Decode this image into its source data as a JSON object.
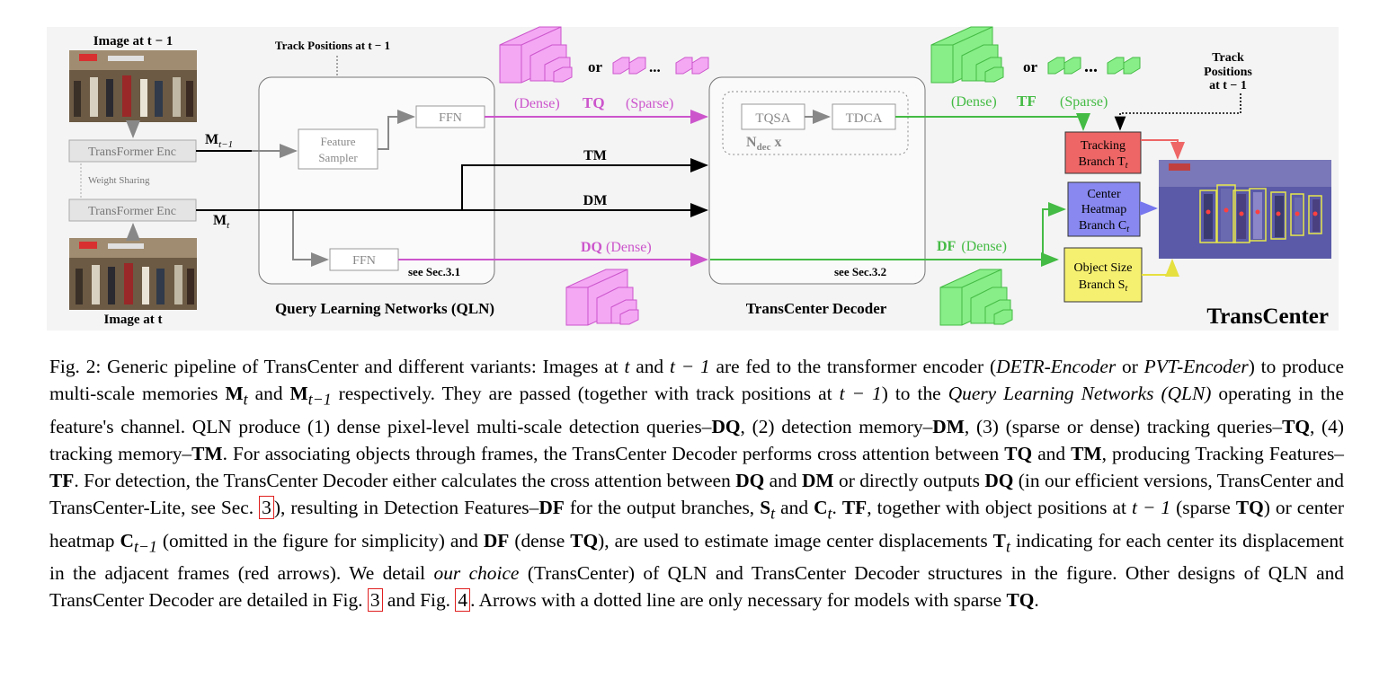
{
  "figure": {
    "image_prev_label": "Image at t − 1",
    "image_curr_label": "Image at t",
    "track_positions_label": "Track Positions at t − 1",
    "encoder_label": "TransFormer Enc",
    "weight_sharing_label": "Weight Sharing",
    "m_prev_label": "M",
    "m_prev_sub": "t−1",
    "m_curr_label": "M",
    "m_curr_sub": "t",
    "feature_sampler_line1": "Feature",
    "feature_sampler_line2": "Sampler",
    "ffn_label": "FFN",
    "tq_dense_label": "(Dense)",
    "tq_label": "TQ",
    "tq_sparse_label": "(Sparse)",
    "or_label": "or",
    "dots_label": "...",
    "tm_label": "TM",
    "dm_label": "DM",
    "dq_label": "DQ",
    "dq_dense_label": "(Dense)",
    "see_sec31": "see Sec.3.1",
    "qln_title": "Query Learning Networks (QLN)",
    "tqsa_label": "TQSA",
    "tdca_label": "TDCA",
    "ndec_label": "N",
    "ndec_sub": "dec",
    "ndec_x": "x",
    "see_sec32": "see Sec.3.2",
    "decoder_title": "TransCenter Decoder",
    "tf_dense_label": "(Dense)",
    "tf_label": "TF",
    "tf_sparse_label": "(Sparse)",
    "df_label": "DF",
    "df_dense_label": "(Dense)",
    "track_pos_right_line1": "Track",
    "track_pos_right_line2": "Positions",
    "track_pos_right_line3": "at t − 1",
    "tracking_branch_line1": "Tracking",
    "tracking_branch_line2": "Branch T",
    "tracking_branch_sub": "t",
    "center_branch_line1": "Center",
    "center_branch_line2": "Heatmap",
    "center_branch_line3": "Branch C",
    "center_branch_sub": "t",
    "size_branch_line1": "Object Size",
    "size_branch_line2": "Branch S",
    "size_branch_sub": "t",
    "transcenter_label": "TransCenter",
    "colors": {
      "tq_magenta": "#cc55cc",
      "tf_green": "#44bb44",
      "tracking_red": "#ee6666",
      "center_blue": "#7777ee",
      "size_yellow": "#eeee66",
      "gray": "#888888"
    }
  },
  "caption": {
    "fig_label": "Fig. 2:",
    "s1": " Generic pipeline of TransCenter and different variants: Images at ",
    "s1t": "t",
    "s2": " and ",
    "s2t": "t − 1",
    "s3": " are fed to the transformer encoder (",
    "s3i": "DETR-Encoder",
    "s4": " or ",
    "s4i": "PVT-Encoder",
    "s5": ") to produce multi-scale memories ",
    "s5m1": "M",
    "s5m1sub": "t",
    "s6": " and ",
    "s6m2": "M",
    "s6m2sub": "t−1",
    "s7": " respectively. They are passed (together with track positions at ",
    "s7t": "t − 1",
    "s8": ") to the ",
    "s8i": "Query Learning Networks (QLN)",
    "s9": " operating in the feature's channel. QLN produce (1) dense pixel-level multi-scale detection queries–",
    "s9b": "DQ",
    "s10": ", (2) detection memory–",
    "s10b": "DM",
    "s11": ", (3) (sparse or dense) tracking queries–",
    "s11b": "TQ",
    "s12": ", (4) tracking memory–",
    "s12b": "TM",
    "s13": ". For associating objects through frames, the TransCenter Decoder performs cross attention between ",
    "s13b": "TQ",
    "s14": " and ",
    "s14b": "TM",
    "s15": ", producing Tracking Features–",
    "s15b": "TF",
    "s16": ". For detection, the TransCenter Decoder either calculates the cross attention between ",
    "s16b": "DQ",
    "s17": " and ",
    "s17b": "DM",
    "s18": " or directly outputs ",
    "s18b": "DQ",
    "s19": " (in our efficient versions, TransCenter and TransCenter-Lite, see Sec. ",
    "s19ref": "3",
    "s20": "), resulting in Detection Features–",
    "s20b": "DF",
    "s21": " for the output branches, ",
    "s21b": "S",
    "s21sub": "t",
    "s22": " and ",
    "s22b": "C",
    "s22sub": "t",
    "s23": ". ",
    "s23b": "TF",
    "s24": ", together with object positions at ",
    "s24t": "t − 1",
    "s25": " (sparse ",
    "s25b": "TQ",
    "s26": ") or center heatmap ",
    "s26b": "C",
    "s26sub": "t−1",
    "s27": " (omitted in the figure for simplicity) and ",
    "s27b": "DF",
    "s28": " (dense ",
    "s28b": "TQ",
    "s29": "), are used to estimate image center displacements ",
    "s29b": "T",
    "s29sub": "t",
    "s30": " indicating for each center its displacement in the adjacent frames (red arrows). We detail ",
    "s30i": "our choice",
    "s31": " (TransCenter) of QLN and TransCenter Decoder structures in the figure. Other designs of QLN and TransCenter Decoder are detailed in Fig. ",
    "s31ref": "3",
    "s32": " and Fig. ",
    "s32ref": "4",
    "s33": ". Arrows with a dotted line are only necessary for models with sparse ",
    "s33b": "TQ",
    "s34": "."
  }
}
